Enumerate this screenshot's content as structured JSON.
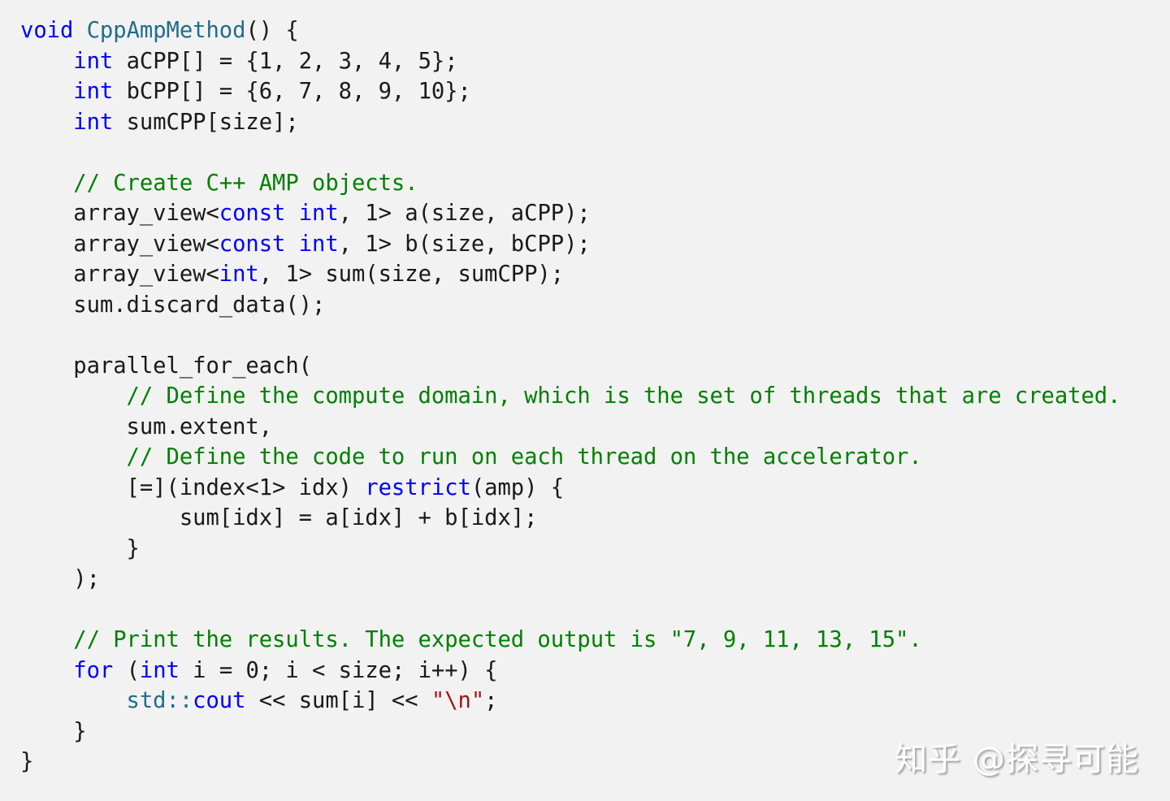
{
  "colors": {
    "background": "#f2f2f2",
    "keyword": "#0000ff",
    "function_name": "#1f6e8c",
    "comment": "#008000",
    "string": "#a31515",
    "plain": "#1a1a1a"
  },
  "code": {
    "language": "C++",
    "lines": [
      [
        {
          "t": "kw",
          "v": "void"
        },
        {
          "t": "pl",
          "v": " "
        },
        {
          "t": "fn",
          "v": "CppAmpMethod"
        },
        {
          "t": "pl",
          "v": "() {"
        }
      ],
      [
        {
          "t": "pl",
          "v": "    "
        },
        {
          "t": "kw",
          "v": "int"
        },
        {
          "t": "pl",
          "v": " aCPP[] = {1, 2, 3, 4, 5};"
        }
      ],
      [
        {
          "t": "pl",
          "v": "    "
        },
        {
          "t": "kw",
          "v": "int"
        },
        {
          "t": "pl",
          "v": " bCPP[] = {6, 7, 8, 9, 10};"
        }
      ],
      [
        {
          "t": "pl",
          "v": "    "
        },
        {
          "t": "kw",
          "v": "int"
        },
        {
          "t": "pl",
          "v": " sumCPP[size];"
        }
      ],
      [
        {
          "t": "pl",
          "v": ""
        }
      ],
      [
        {
          "t": "pl",
          "v": "    "
        },
        {
          "t": "cm",
          "v": "// Create C++ AMP objects."
        }
      ],
      [
        {
          "t": "pl",
          "v": "    array_view<"
        },
        {
          "t": "kw",
          "v": "const"
        },
        {
          "t": "pl",
          "v": " "
        },
        {
          "t": "kw",
          "v": "int"
        },
        {
          "t": "pl",
          "v": ", 1> a(size, aCPP);"
        }
      ],
      [
        {
          "t": "pl",
          "v": "    array_view<"
        },
        {
          "t": "kw",
          "v": "const"
        },
        {
          "t": "pl",
          "v": " "
        },
        {
          "t": "kw",
          "v": "int"
        },
        {
          "t": "pl",
          "v": ", 1> b(size, bCPP);"
        }
      ],
      [
        {
          "t": "pl",
          "v": "    array_view<"
        },
        {
          "t": "kw",
          "v": "int"
        },
        {
          "t": "pl",
          "v": ", 1> sum(size, sumCPP);"
        }
      ],
      [
        {
          "t": "pl",
          "v": "    sum.discard_data();"
        }
      ],
      [
        {
          "t": "pl",
          "v": ""
        }
      ],
      [
        {
          "t": "pl",
          "v": "    parallel_for_each("
        }
      ],
      [
        {
          "t": "pl",
          "v": "        "
        },
        {
          "t": "cm",
          "v": "// Define the compute domain, which is the set of threads that are created."
        }
      ],
      [
        {
          "t": "pl",
          "v": "        sum.extent,"
        }
      ],
      [
        {
          "t": "pl",
          "v": "        "
        },
        {
          "t": "cm",
          "v": "// Define the code to run on each thread on the accelerator."
        }
      ],
      [
        {
          "t": "pl",
          "v": "        [=](index<1> idx) "
        },
        {
          "t": "kw",
          "v": "restrict"
        },
        {
          "t": "pl",
          "v": "(amp) {"
        }
      ],
      [
        {
          "t": "pl",
          "v": "            sum[idx] = a[idx] + b[idx];"
        }
      ],
      [
        {
          "t": "pl",
          "v": "        }"
        }
      ],
      [
        {
          "t": "pl",
          "v": "    );"
        }
      ],
      [
        {
          "t": "pl",
          "v": ""
        }
      ],
      [
        {
          "t": "pl",
          "v": "    "
        },
        {
          "t": "cm",
          "v": "// Print the results. The expected output is \"7, 9, 11, 13, 15\"."
        }
      ],
      [
        {
          "t": "pl",
          "v": "    "
        },
        {
          "t": "kw",
          "v": "for"
        },
        {
          "t": "pl",
          "v": " ("
        },
        {
          "t": "kw",
          "v": "int"
        },
        {
          "t": "pl",
          "v": " i = 0; i < size; i++) {"
        }
      ],
      [
        {
          "t": "pl",
          "v": "        "
        },
        {
          "t": "ns",
          "v": "std::"
        },
        {
          "t": "kw",
          "v": "cout"
        },
        {
          "t": "pl",
          "v": " << sum[i] << "
        },
        {
          "t": "st",
          "v": "\"\\n\""
        },
        {
          "t": "pl",
          "v": ";"
        }
      ],
      [
        {
          "t": "pl",
          "v": "    }"
        }
      ],
      [
        {
          "t": "pl",
          "v": "}"
        }
      ]
    ]
  },
  "watermark": {
    "text": "知乎 @探寻可能"
  }
}
